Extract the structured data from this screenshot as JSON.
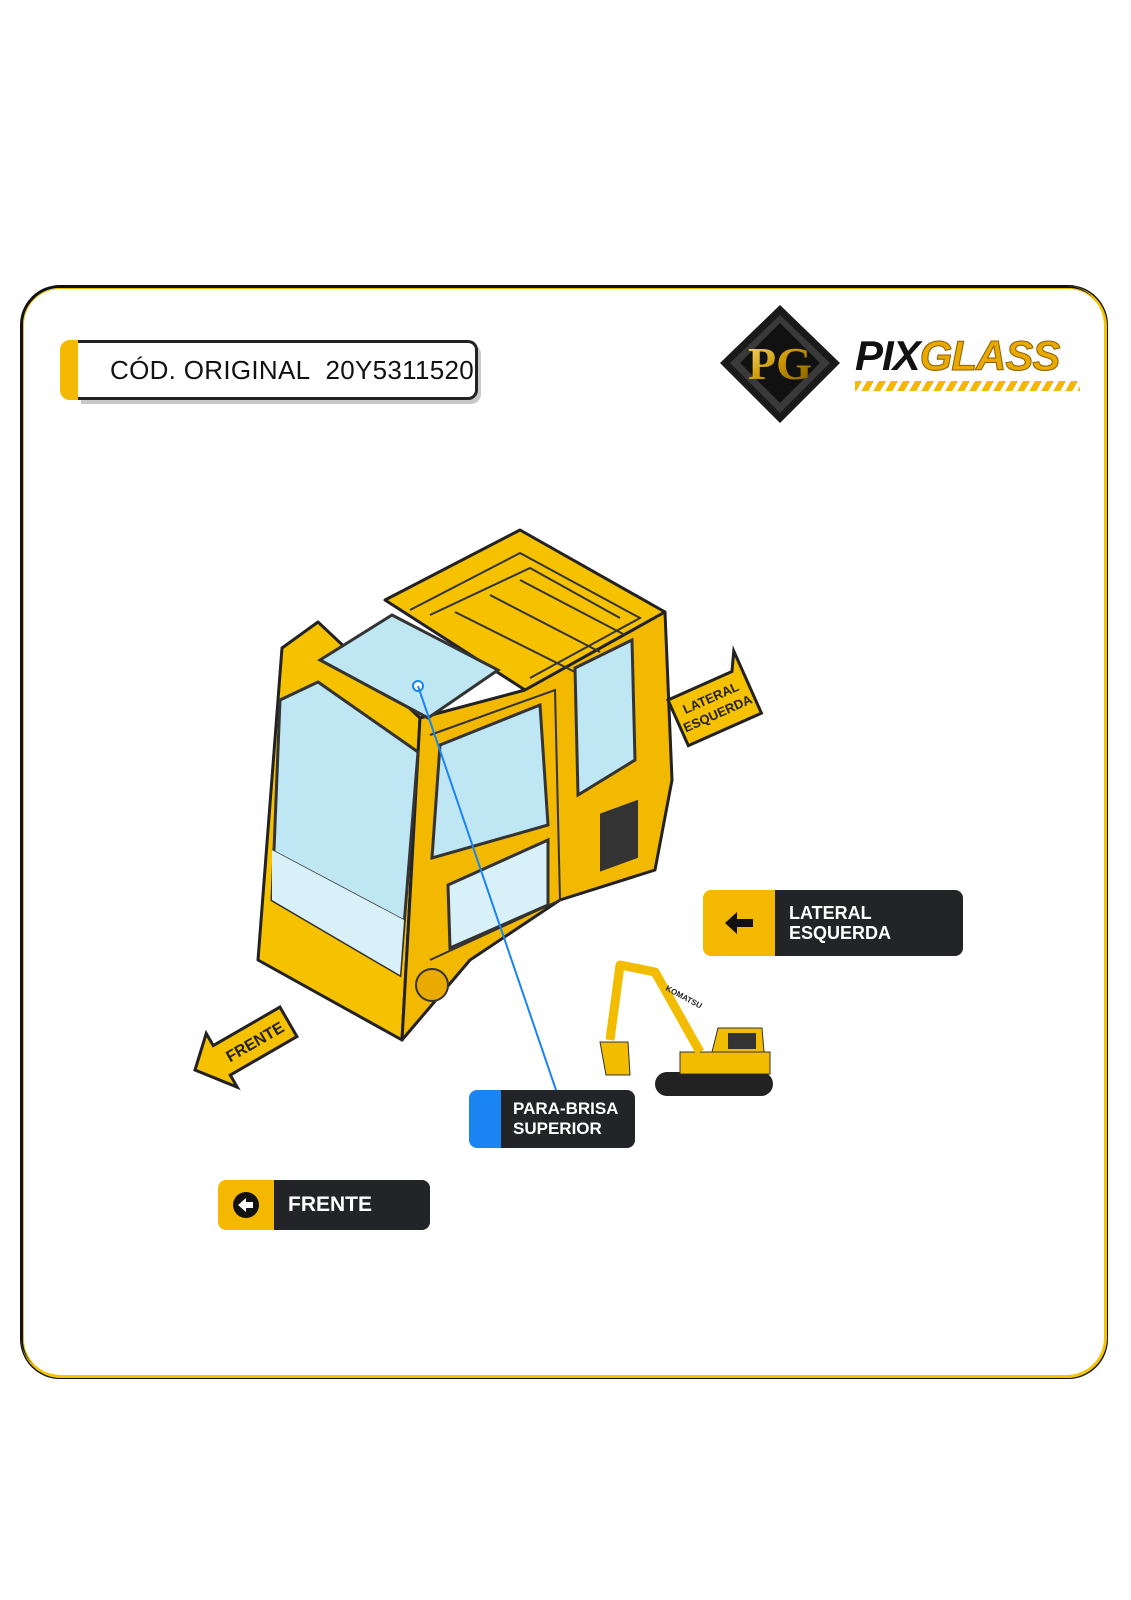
{
  "code": {
    "label": "CÓD. ORIGINAL",
    "value": "20Y5311520"
  },
  "brand": {
    "part1": "PIX",
    "part2": "GLASS",
    "monogram": "PG"
  },
  "diagram": {
    "side_sign": [
      "LATERAL",
      "ESQUERDA"
    ],
    "front_sign": "FRENTE",
    "excavator_brand": "KOMATSU"
  },
  "legend": {
    "lateral": {
      "line1": "LATERAL",
      "line2": "ESQUERDA",
      "icon": "arrow-left-icon"
    },
    "frente": {
      "label": "FRENTE",
      "icon": "circle-arrow-left-icon"
    },
    "parabrisa": {
      "line1": "PARA-BRISA",
      "line2": "SUPERIOR"
    }
  },
  "colors": {
    "accent": "#f5b800",
    "dark": "#222428",
    "glass": "#bfe6f3",
    "highlight": "#1a84f2"
  }
}
